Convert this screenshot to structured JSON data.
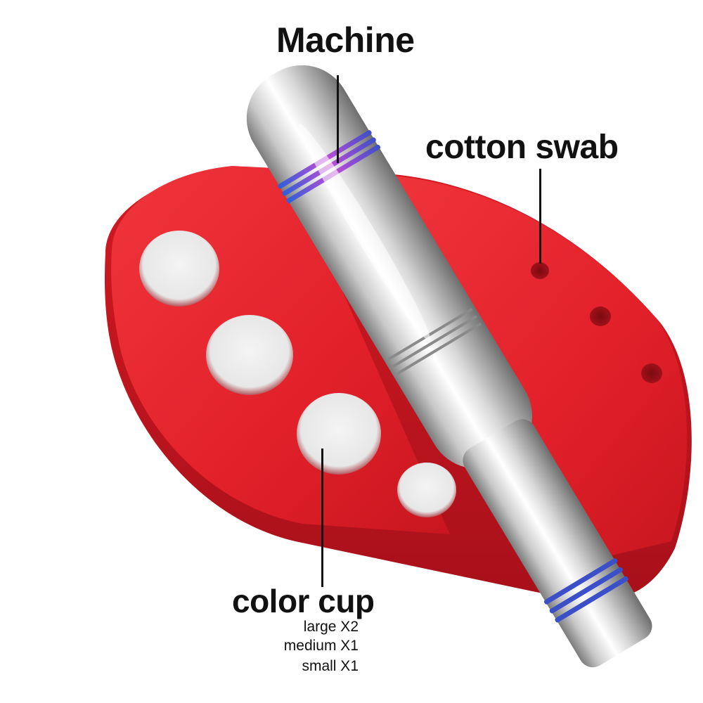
{
  "labels": {
    "machine": "Machine",
    "cotton_swab": "cotton swab",
    "color_cup": "color cup",
    "cup_details": [
      "large X2",
      "medium X1",
      "small X1"
    ]
  },
  "colors": {
    "holder_red": "#e8222a",
    "holder_shadow": "#b5141b",
    "metal_light": "#f2f2f2",
    "metal_dark": "#8e8e8e",
    "ring_blue": "#3a4fc8",
    "ring_purple": "#b04fd0"
  }
}
